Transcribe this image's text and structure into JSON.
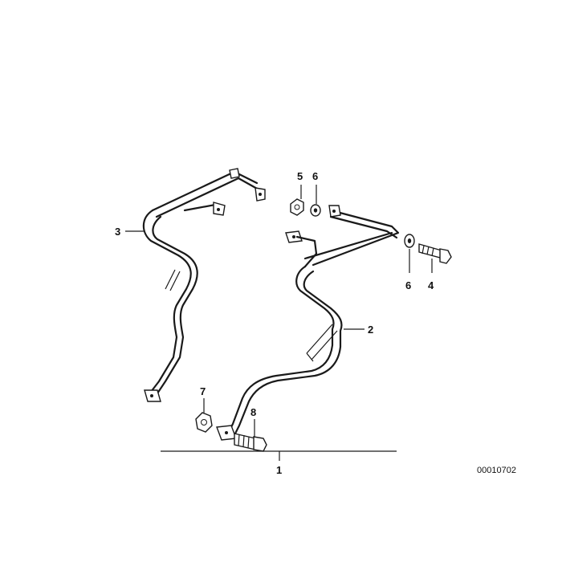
{
  "diagram": {
    "reference_number": "00010702",
    "callouts": [
      {
        "id": "1",
        "label": "1"
      },
      {
        "id": "2",
        "label": "2"
      },
      {
        "id": "3",
        "label": "3"
      },
      {
        "id": "4",
        "label": "4"
      },
      {
        "id": "5",
        "label": "5"
      },
      {
        "id": "6a",
        "label": "6"
      },
      {
        "id": "6b",
        "label": "6"
      },
      {
        "id": "7",
        "label": "7"
      },
      {
        "id": "8",
        "label": "8"
      }
    ]
  }
}
